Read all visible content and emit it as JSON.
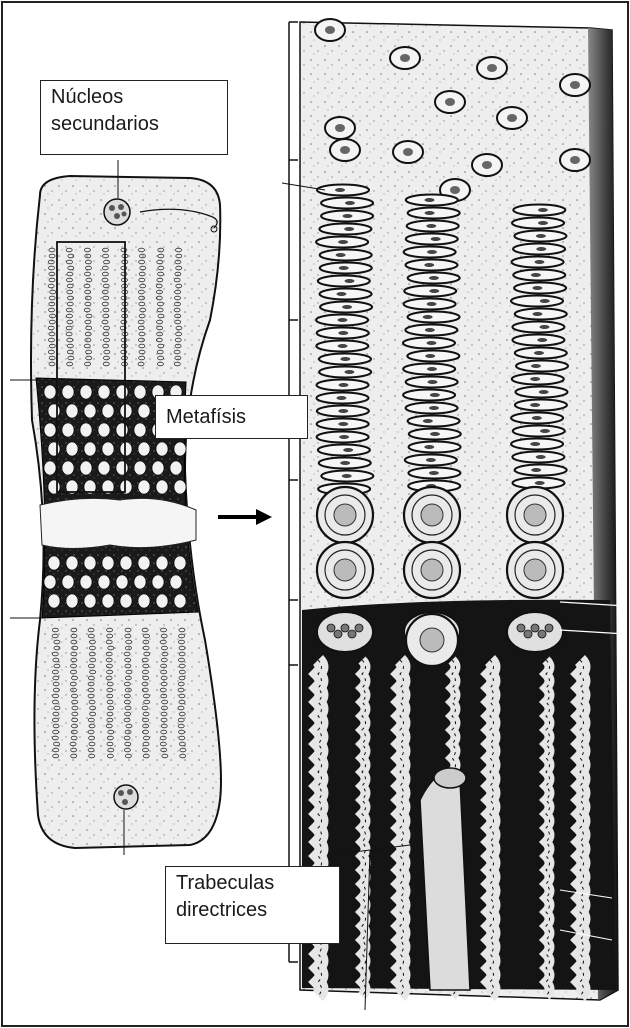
{
  "labels": {
    "nucleos_line1": "Núcleos",
    "nucleos_line2": "secundarios",
    "metafisis": "Metafísis",
    "trabeculas_line1": "Trabeculas",
    "trabeculas_line2": "directrices"
  },
  "colors": {
    "paper": "#eeeeee",
    "ink": "#111111",
    "marrow": "#0d0d0d"
  },
  "icons": {
    "arrow": "arrow-right-icon"
  }
}
